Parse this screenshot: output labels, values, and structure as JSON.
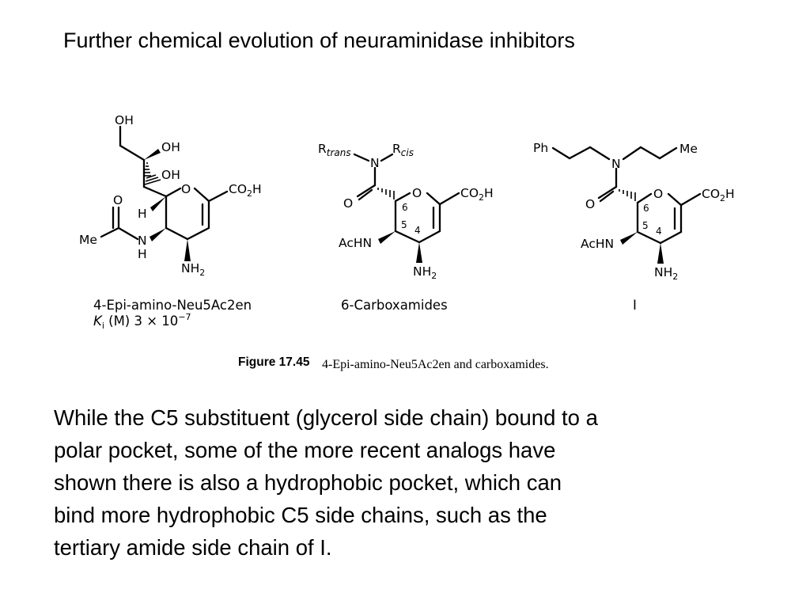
{
  "slide": {
    "title": "Further chemical evolution of neuraminidase inhibitors",
    "body": [
      "While the C5 substituent (glycerol side chain) bound to a",
      "polar pocket, some of the more recent analogs have",
      "shown there is also a hydrophobic pocket, which can",
      "bind more hydrophobic C5 side chains, such as the",
      "tertiary amide side chain of I."
    ]
  },
  "figure": {
    "label": "Figure 17.45",
    "caption": "4-Epi-amino-Neu5Ac2en and carboxamides.",
    "compounds": [
      {
        "name": "4-Epi-amino-Neu5Ac2en",
        "ki_label": "K",
        "ki_sub": "i",
        "ki_rest": " (M) 3 × 10",
        "ki_exp": "−7",
        "atoms": {
          "oh_top": "OH",
          "oh_mid": "OH",
          "oh_low": "OH",
          "ring_o": "O",
          "co2h": "CO",
          "co2h_sub": "2",
          "co2h_h": "H",
          "h": "H",
          "carbonyl_o": "O",
          "me": "Me",
          "n": "N",
          "nh_h": "H",
          "nh2": "NH",
          "nh2_sub": "2"
        }
      },
      {
        "name": "6-Carboxamides",
        "atoms": {
          "r_trans": "R",
          "r_trans_sub": "trans",
          "r_cis": "R",
          "r_cis_sub": "cis",
          "n": "N",
          "o_left": "O",
          "ring_o": "O",
          "co2h": "CO",
          "co2h_sub": "2",
          "co2h_h": "H",
          "achn": "AcHN",
          "nh2": "NH",
          "nh2_sub": "2",
          "pos6": "6",
          "pos5": "5",
          "pos4": "4"
        }
      },
      {
        "name": "I",
        "atoms": {
          "ph": "Ph",
          "me": "Me",
          "n": "N",
          "o_left": "O",
          "ring_o": "O",
          "co2h": "CO",
          "co2h_sub": "2",
          "co2h_h": "H",
          "achn": "AcHN",
          "nh2": "NH",
          "nh2_sub": "2",
          "pos6": "6",
          "pos5": "5",
          "pos4": "4"
        }
      }
    ]
  }
}
